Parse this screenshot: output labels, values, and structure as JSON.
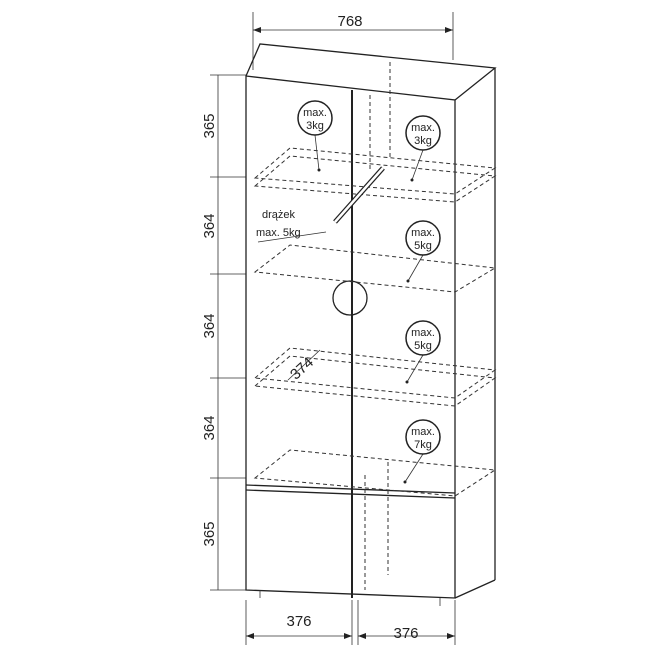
{
  "dimensions": {
    "total_width": "768",
    "heights": [
      "365",
      "364",
      "364",
      "364",
      "365"
    ],
    "door_widths": [
      "376",
      "376"
    ],
    "shelf_depth": "374"
  },
  "rod_label": {
    "line1": "drążek",
    "line2": "max. 5kg"
  },
  "load_labels": [
    {
      "line1": "max.",
      "line2": "3kg"
    },
    {
      "line1": "max.",
      "line2": "3kg"
    },
    {
      "line1": "max.",
      "line2": "5kg"
    },
    {
      "line1": "max.",
      "line2": "5kg"
    },
    {
      "line1": "max.",
      "line2": "7kg"
    }
  ]
}
